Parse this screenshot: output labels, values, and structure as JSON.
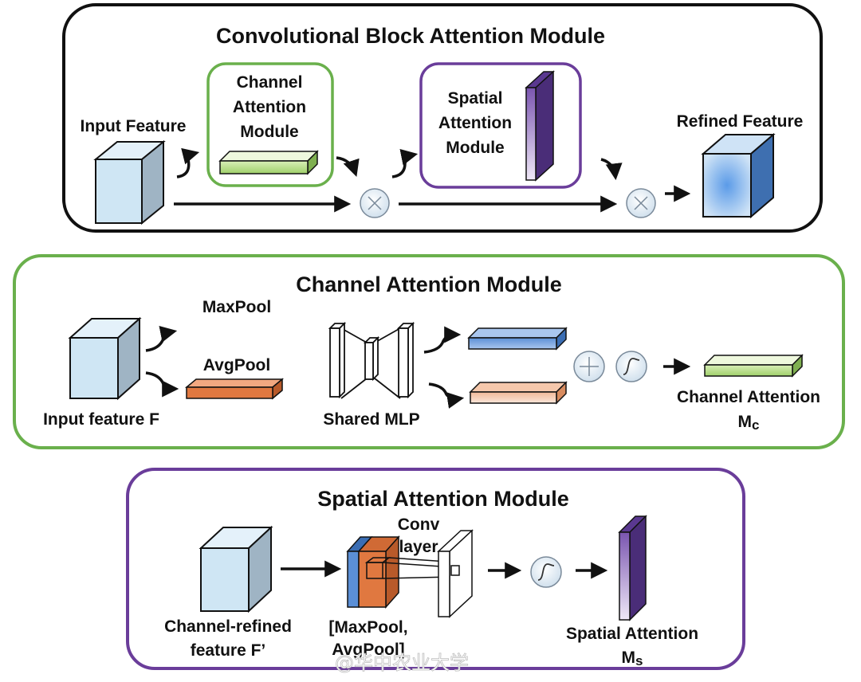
{
  "cbam": {
    "title": "Convolutional Block Attention Module",
    "input_label": "Input Feature",
    "channel_box_line1": "Channel",
    "channel_box_line2": "Attention",
    "channel_box_line3": "Module",
    "spatial_box_line1": "Spatial",
    "spatial_box_line2": "Attention",
    "spatial_box_line3": "Module",
    "refined_label": "Refined Feature"
  },
  "channel_module": {
    "title": "Channel Attention Module",
    "maxpool": "MaxPool",
    "avgpool": "AvgPool",
    "input_label": "Input feature F",
    "mlp_label": "Shared MLP",
    "output_label": "Channel Attention",
    "output_symbol": "M",
    "output_sub": "c"
  },
  "spatial_module": {
    "title": "Spatial Attention Module",
    "input_line1": "Channel-refined",
    "input_line2": "feature ",
    "input_symbol": "F’",
    "pool_line1": "[MaxPool,",
    "pool_line2": "AvgPool]",
    "conv_line1": "Conv",
    "conv_line2": "layer",
    "output_label": "Spatial Attention",
    "output_symbol": "M",
    "output_sub": "s"
  },
  "watermark": "@华中农业大学",
  "colors": {
    "cube_face": "#cfe6f4",
    "green": "#6ab04c",
    "purple": "#6a3d9a",
    "orange": "#e07840",
    "blue_bar": "#5b8fd6",
    "purple_bar": "#7a55b0"
  }
}
